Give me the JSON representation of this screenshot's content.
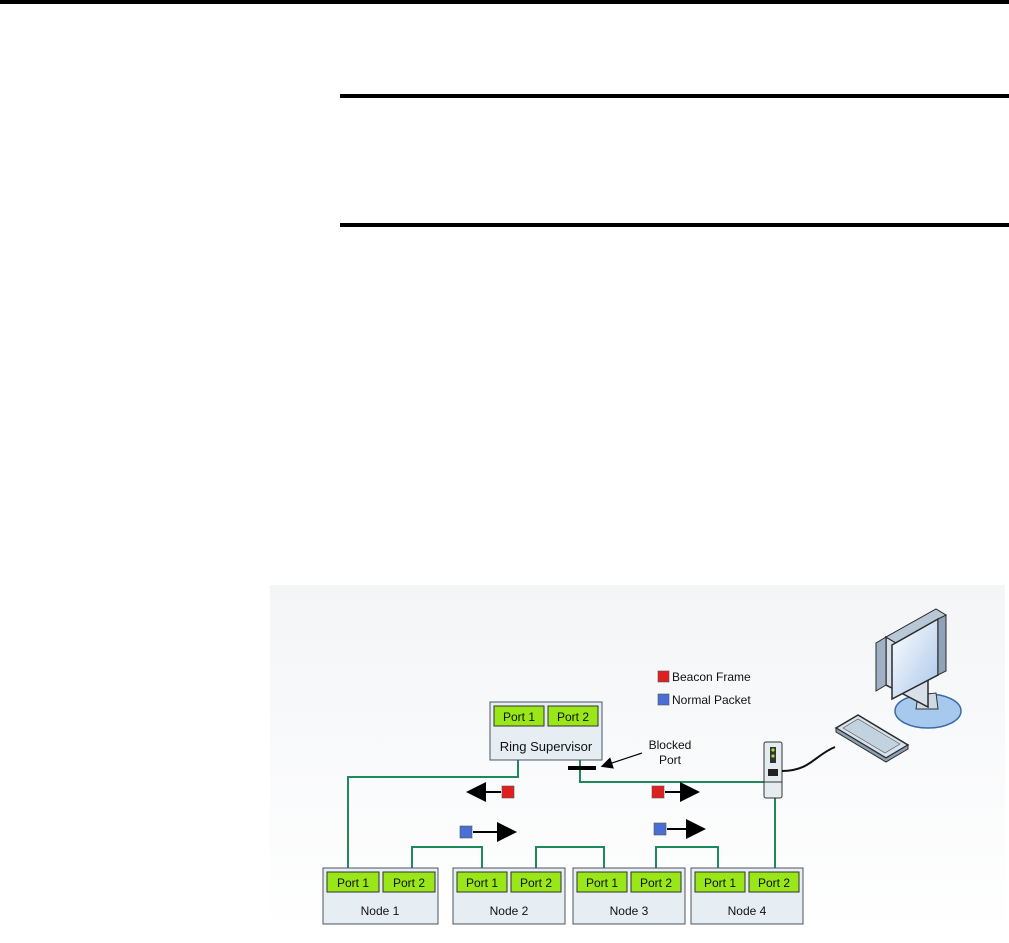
{
  "diagram": {
    "supervisor": {
      "label": "Ring Supervisor",
      "port1": "Port 1",
      "port2": "Port 2"
    },
    "nodes": [
      {
        "label": "Node 1",
        "port1": "Port 1",
        "port2": "Port 2"
      },
      {
        "label": "Node 2",
        "port1": "Port 1",
        "port2": "Port 2"
      },
      {
        "label": "Node 3",
        "port1": "Port 1",
        "port2": "Port 2"
      },
      {
        "label": "Node 4",
        "port1": "Port 1",
        "port2": "Port 2"
      }
    ],
    "legend": {
      "beacon": "Beacon Frame",
      "normal": "Normal Packet"
    },
    "blocked_port": {
      "line1": "Blocked",
      "line2": "Port"
    },
    "colors": {
      "port_fill": "#99e619",
      "link": "#1e8a5c",
      "beacon": "#e0201f",
      "normal": "#4a6fd4",
      "box_fill": "#e6edf3"
    }
  }
}
